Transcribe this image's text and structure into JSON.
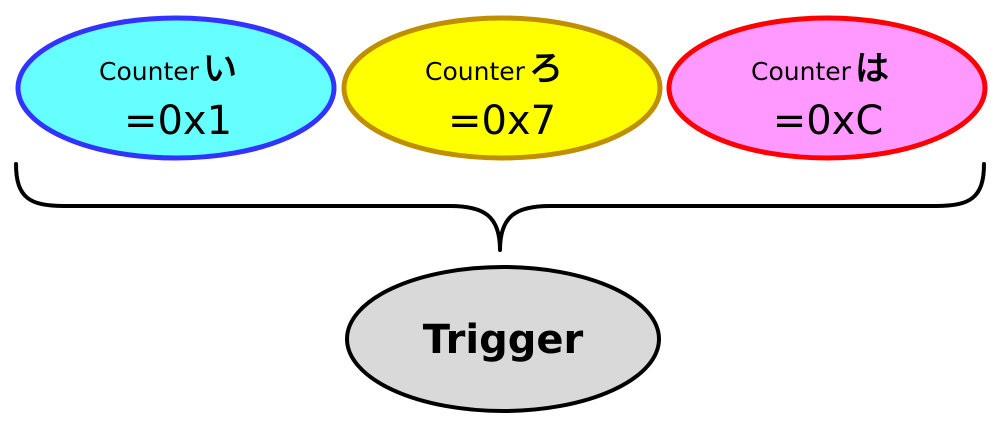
{
  "counters": [
    {
      "prefix": "Counter",
      "suffix": "い",
      "value": "=0x1",
      "fill_color": "#66ffff",
      "border_color": "#3333ff"
    },
    {
      "prefix": "Counter",
      "suffix": "ろ",
      "value": "=0x7",
      "fill_color": "#ffff00",
      "border_color": "#bf8f00"
    },
    {
      "prefix": "Counter",
      "suffix": "は",
      "value": "=0xC",
      "fill_color": "#ff99ff",
      "border_color": "#ff0000"
    }
  ],
  "trigger": {
    "label": "Trigger",
    "fill_color": "#d9d9d9",
    "border_color": "#000000"
  },
  "brace_color": "#000000"
}
